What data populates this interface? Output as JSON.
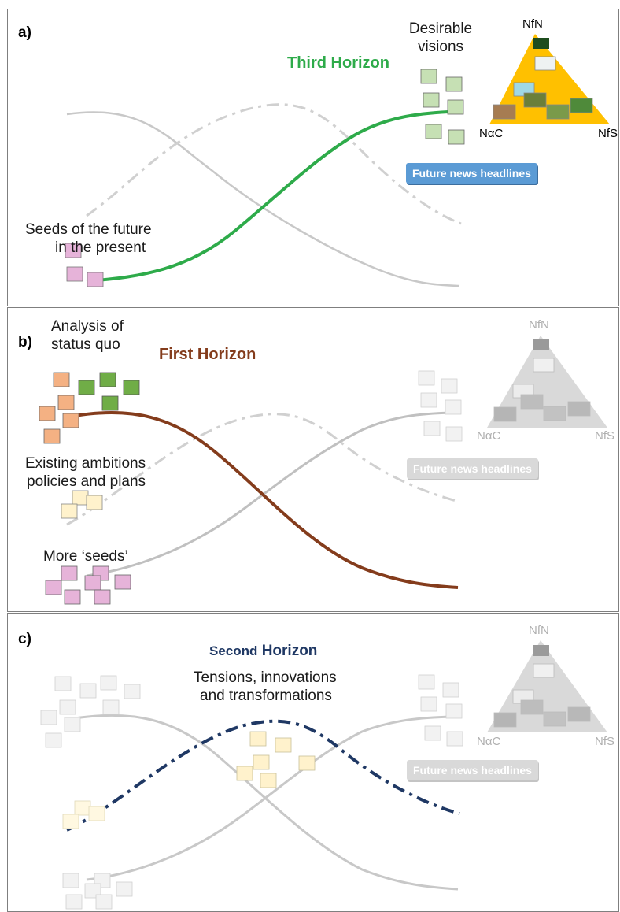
{
  "panels": {
    "a": {
      "label": "a)",
      "title": "Third Horizon",
      "seeds_text_1": "Seeds of the future",
      "seeds_text_2": "in the present",
      "visions_text_1": "Desirable",
      "visions_text_2": "visions",
      "headline": "Future news headlines"
    },
    "b": {
      "label": "b)",
      "title": "First Horizon",
      "status_text_1": "Analysis of",
      "status_text_2": "status quo",
      "ambitions_text_1": "Existing ambitions",
      "ambitions_text_2": "policies and plans",
      "seeds_text": "More ‘seeds’",
      "headline": "Future news headlines"
    },
    "c": {
      "label": "c)",
      "title_part1": "Second",
      "title_part2": "Horizon",
      "tensions_text_1": "Tensions, innovations",
      "tensions_text_2": "and transformations",
      "headline": "Future news headlines"
    }
  },
  "triangle": {
    "top": "NfN",
    "left": "NαC",
    "right": "NfS"
  },
  "colors": {
    "third_horizon": "#2eab4a",
    "first_horizon": "#843c1c",
    "second_horizon": "#1f3864",
    "faded_curve": "#c8c8c8",
    "triangle_active": "#ffc000",
    "triangle_faded": "#d9d9d9",
    "note_pink": "#e6b3d9",
    "note_green_light": "#c6e0b4",
    "note_orange": "#f4b183",
    "note_green": "#70ad47",
    "note_yellow": "#fff2cc",
    "note_grey": "#ededed"
  }
}
